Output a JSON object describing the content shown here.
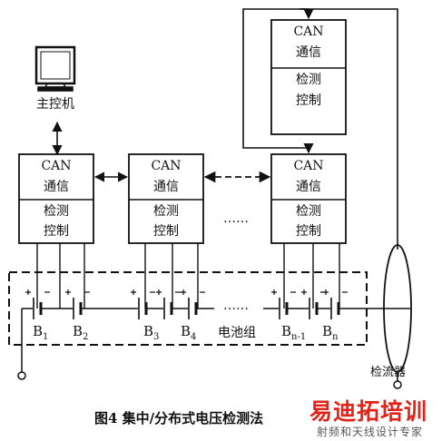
{
  "host_label": "主控机",
  "module": {
    "line1": "CAN",
    "line2": "通信",
    "line3": "检测",
    "line4": "控制"
  },
  "ellipsis": "……",
  "batteries": [
    {
      "letter": "B",
      "sub": "1"
    },
    {
      "letter": "B",
      "sub": "2"
    },
    {
      "letter": "B",
      "sub": "3"
    },
    {
      "letter": "B",
      "sub": "4"
    },
    {
      "letter": "B",
      "sub": "n-1"
    },
    {
      "letter": "B",
      "sub": "n"
    }
  ],
  "pack_label": "电池组",
  "sensor_label": "检流器",
  "caption": "图4    集中/分布式电压检测法",
  "watermark": {
    "title": "易迪拓培训",
    "subtitle": "射频和天线设计专家"
  },
  "colors": {
    "line": "#111111",
    "watermark_red": "#e2231a"
  }
}
